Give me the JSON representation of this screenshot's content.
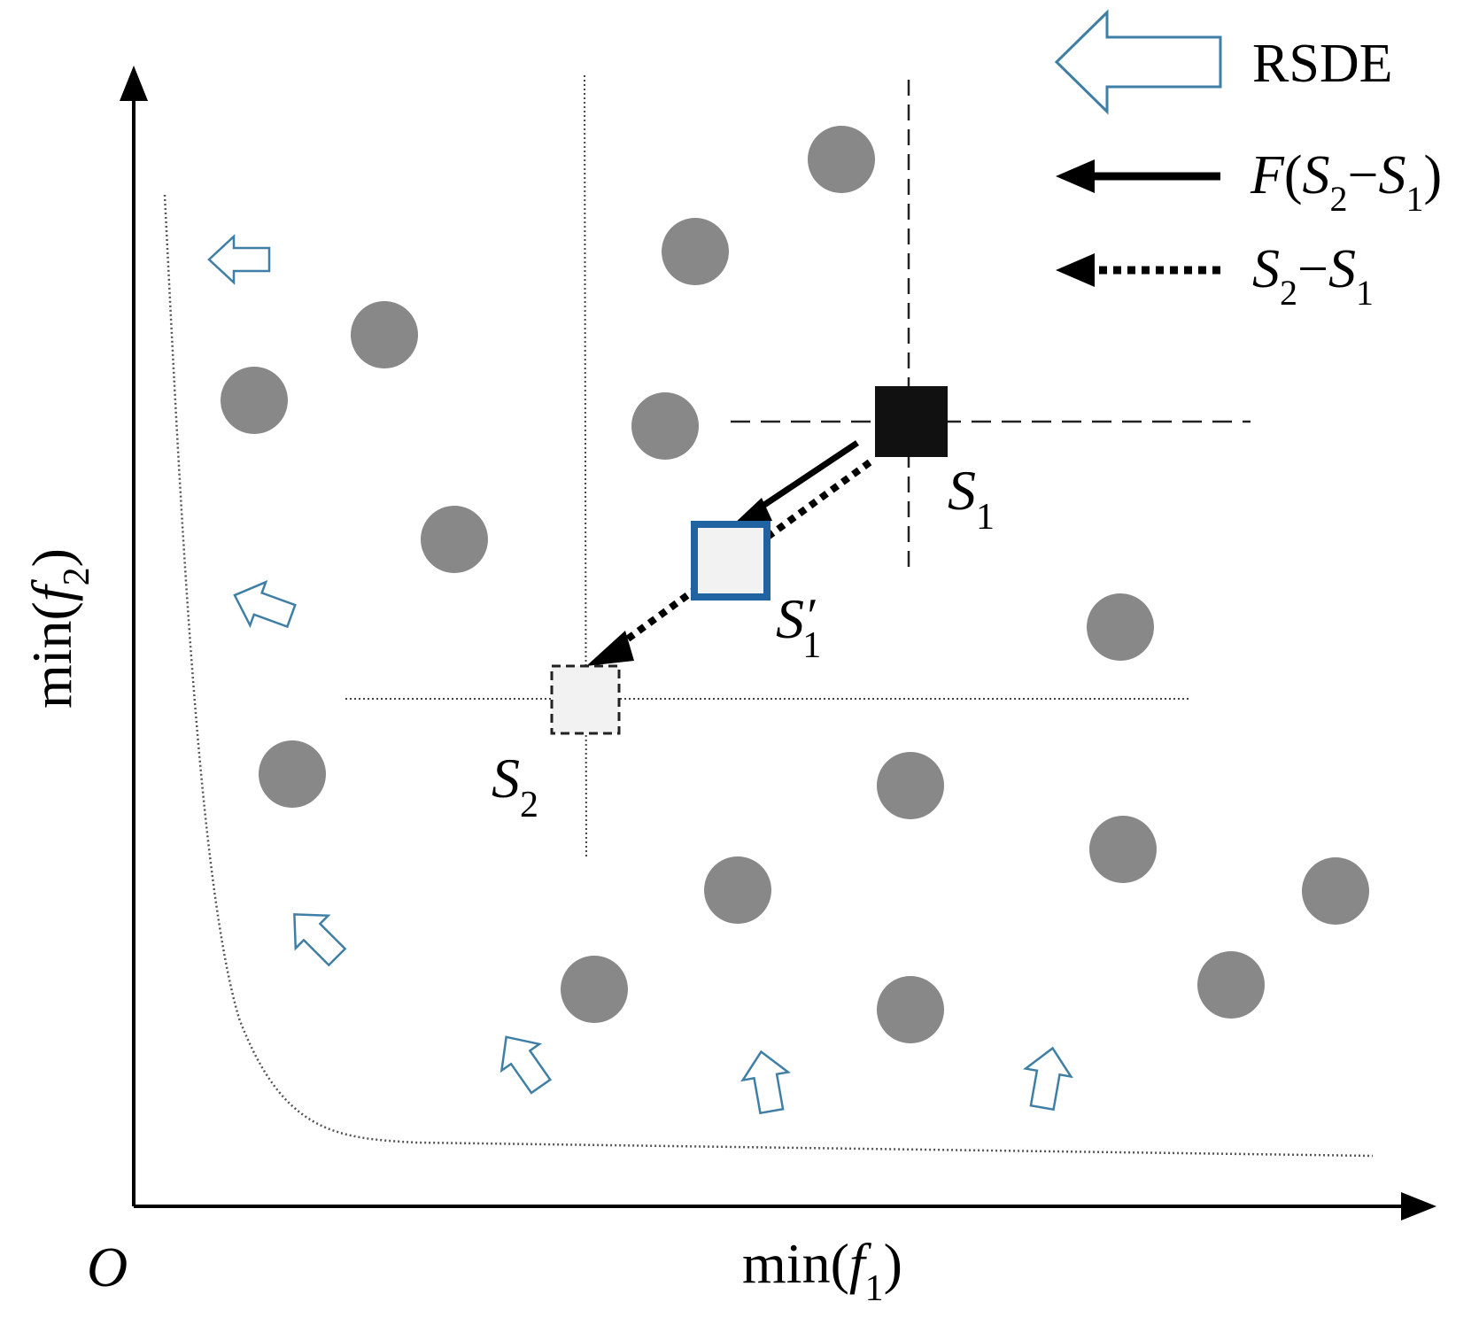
{
  "axes": {
    "origin_label": "O",
    "x_label": {
      "base": "min(",
      "var": "f",
      "sub": "1",
      "close": ")"
    },
    "y_label": {
      "base": "min(",
      "var": "f",
      "sub": "2",
      "close": ")"
    }
  },
  "points": {
    "s1": {
      "main": "S",
      "sub": "1"
    },
    "s1_prime": {
      "main": "S",
      "prime": "′",
      "sub": "1"
    },
    "s2": {
      "main": "S",
      "sub": "2"
    }
  },
  "legend": {
    "rsde": "RSDE",
    "scaled_diff": {
      "F": "F",
      "open": "(",
      "a": "S",
      "a_sub": "2",
      "minus": "−",
      "b": "S",
      "b_sub": "1",
      "close": ")"
    },
    "diff": {
      "a": "S",
      "a_sub": "2",
      "minus": "−",
      "b": "S",
      "b_sub": "1"
    }
  },
  "colors": {
    "circle": "#888888",
    "arrow_outline": "#3f7fa5",
    "s1_prime_border": "#1f63a0",
    "square_fill": "#f2f2f2"
  }
}
